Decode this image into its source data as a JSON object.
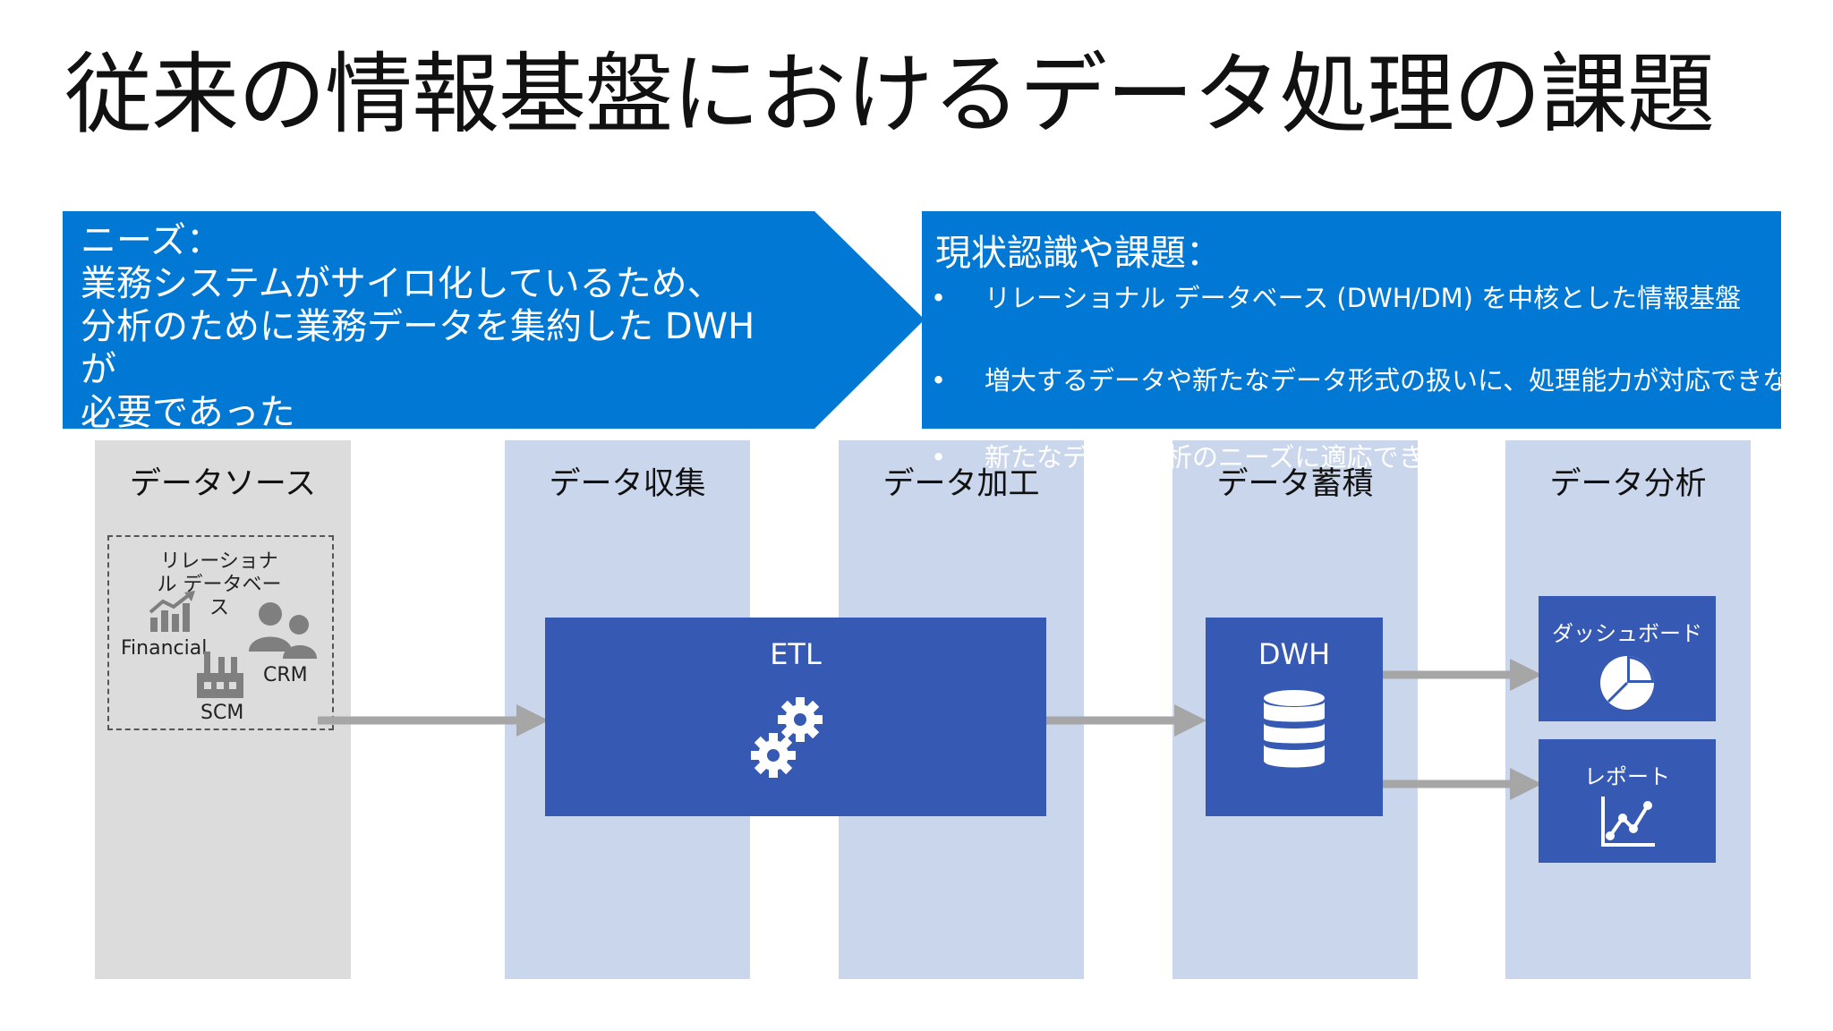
{
  "title": "従来の情報基盤におけるデータ処理の課題",
  "needs": {
    "lines": [
      "ニーズ：",
      "業務システムがサイロ化しているため、",
      "分析のために業務データを集約した DWH",
      "が",
      "必要であった"
    ]
  },
  "issues": {
    "heading": "現状認識や課題：",
    "bullet_symbol": "•",
    "bullets": [
      "リレーショナル データベース (DWH/DM) を中核とした情報基盤",
      "増大するデータや新たなデータ形式の扱いに、処理能力が対応できない",
      "新たなデータ分析のニーズに適応できない"
    ]
  },
  "columns": [
    {
      "label": "データソース"
    },
    {
      "label": "データ収集"
    },
    {
      "label": "データ加工"
    },
    {
      "label": "データ蓄積"
    },
    {
      "label": "データ分析"
    }
  ],
  "source": {
    "group_label": "リレーショナル データベース",
    "financial": "Financial",
    "crm": "CRM",
    "scm": "SCM"
  },
  "etl": {
    "label": "ETL"
  },
  "dwh": {
    "label": "DWH"
  },
  "dashboard": {
    "label": "ダッシュボード"
  },
  "report": {
    "label": "レポート"
  },
  "colors": {
    "banner": "#0078d4",
    "box": "#3659b3",
    "column": "#c9d6ec",
    "source_column": "#dcdcdc",
    "arrow": "#a6a6a6"
  }
}
